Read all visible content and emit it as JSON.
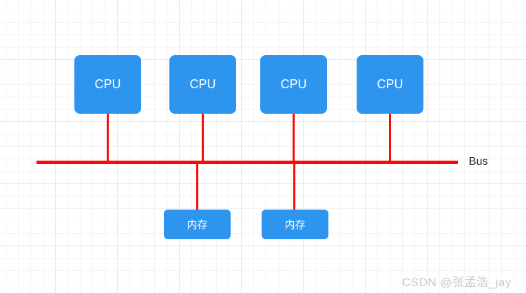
{
  "diagram": {
    "cpu_nodes": [
      {
        "label": "CPU"
      },
      {
        "label": "CPU"
      },
      {
        "label": "CPU"
      },
      {
        "label": "CPU"
      }
    ],
    "memory_nodes": [
      {
        "label": "内存"
      },
      {
        "label": "内存"
      }
    ],
    "bus_label": "Bus",
    "colors": {
      "node_fill": "#2E95EE",
      "node_text": "#FFFFFF",
      "bus_color": "#FB0A05",
      "bus_label_color": "#2F2F2F",
      "grid_minor": "#F3F3F3",
      "grid_major": "#E7E7E7",
      "watermark_color": "#C9C9C9"
    }
  },
  "watermark": {
    "text": "CSDN @张孟浩_jay"
  }
}
